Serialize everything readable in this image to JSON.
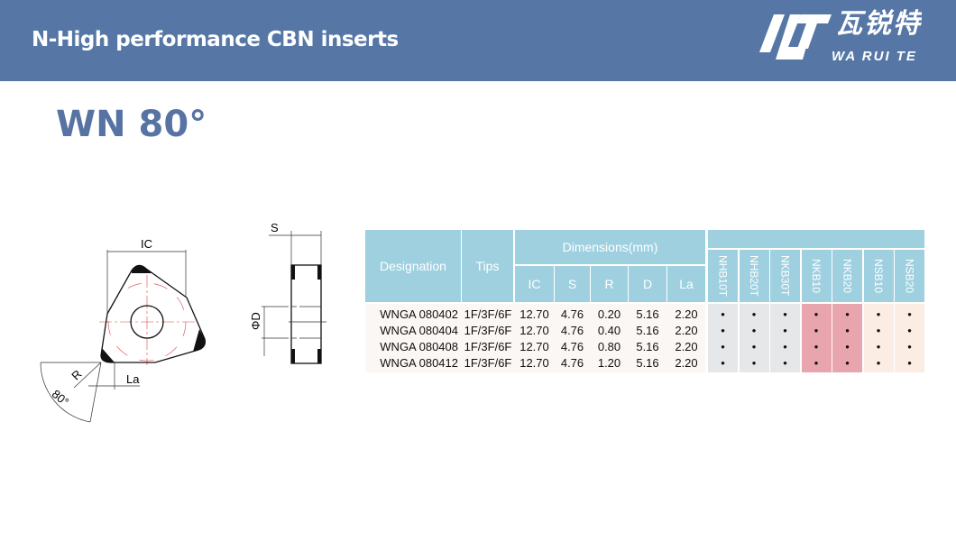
{
  "header": {
    "title": "N-High performance CBN inserts",
    "logo_cn": "瓦锐特",
    "logo_en": "WA RUI TE",
    "logo_mark": "WT"
  },
  "subtitle": "WN 80°",
  "drawing": {
    "ic": "IC",
    "r": "R",
    "la": "La",
    "angle": "80°",
    "s": "S",
    "d": "ΦD"
  },
  "table": {
    "headers": {
      "designation": "Designation",
      "tips": "Tips",
      "dimensions": "Dimensions(mm)",
      "dims": [
        "IC",
        "S",
        "R",
        "D",
        "La"
      ],
      "grades": [
        "NHB10T",
        "NHB20T",
        "NKB30T",
        "NKB10",
        "NKB20",
        "NSB10",
        "NSB20"
      ]
    },
    "rows": [
      {
        "designation": "WNGA 080402",
        "tips": "1F/3F/6F",
        "dims": [
          "12.70",
          "4.76",
          "0.20",
          "5.16",
          "2.20"
        ],
        "marks": [
          "•",
          "•",
          "•",
          "•",
          "•",
          "•",
          "•"
        ]
      },
      {
        "designation": "WNGA 080404",
        "tips": "1F/3F/6F",
        "dims": [
          "12.70",
          "4.76",
          "0.40",
          "5.16",
          "2.20"
        ],
        "marks": [
          "•",
          "•",
          "•",
          "•",
          "•",
          "•",
          "•"
        ]
      },
      {
        "designation": "WNGA 080408",
        "tips": "1F/3F/6F",
        "dims": [
          "12.70",
          "4.76",
          "0.80",
          "5.16",
          "2.20"
        ],
        "marks": [
          "•",
          "•",
          "•",
          "•",
          "•",
          "•",
          "•"
        ]
      },
      {
        "designation": "WNGA 080412",
        "tips": "1F/3F/6F",
        "dims": [
          "12.70",
          "4.76",
          "1.20",
          "5.16",
          "2.20"
        ],
        "marks": [
          "•",
          "•",
          "•",
          "•",
          "•",
          "•",
          "•"
        ]
      }
    ],
    "grade_colors": [
      "#e6e7e9",
      "#e6e7e9",
      "#e6e7e9",
      "#e8a5ae",
      "#e8a5ae",
      "#fbede4",
      "#fbede4"
    ]
  }
}
